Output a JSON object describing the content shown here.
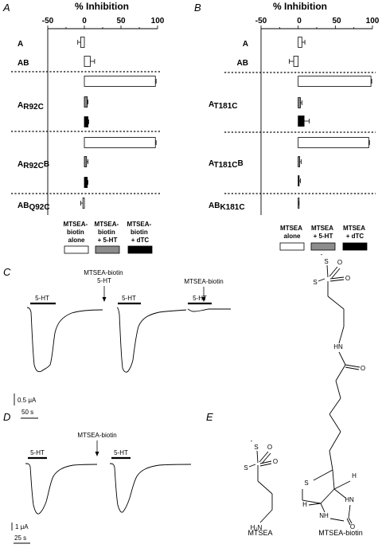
{
  "panels": {
    "A": "A",
    "B": "B",
    "C": "C",
    "D": "D",
    "E": "E"
  },
  "chart_data": [
    {
      "type": "bar",
      "panel": "A",
      "orientation": "horizontal",
      "xlabel": "% Inhibition",
      "xlim": [
        -50,
        100
      ],
      "xticks": [
        "-50",
        "0",
        "50",
        "100"
      ],
      "groups": [
        {
          "label": "A",
          "sub": "",
          "bars": [
            {
              "series": "MTSEA-biotin alone",
              "value": -5,
              "err": 4
            }
          ]
        },
        {
          "label": "AB",
          "sub": "",
          "bars": [
            {
              "series": "MTSEA-biotin alone",
              "value": 8,
              "err": 6
            }
          ]
        },
        {
          "label": "A",
          "sub": "R92C",
          "bars": [
            {
              "series": "MTSEA-biotin alone",
              "value": 97,
              "err": 1
            },
            {
              "series": "MTSEA-biotin + 5-HT",
              "value": 4,
              "err": 1
            },
            {
              "series": "MTSEA-biotin + dTC",
              "value": 5,
              "err": 1
            }
          ]
        },
        {
          "label": "A",
          "sub": "R92C",
          "suffix": "B",
          "bars": [
            {
              "series": "MTSEA-biotin alone",
              "value": 97,
              "err": 1
            },
            {
              "series": "MTSEA-biotin + 5-HT",
              "value": 3,
              "err": 2
            },
            {
              "series": "MTSEA-biotin + dTC",
              "value": 4,
              "err": 1
            }
          ]
        },
        {
          "label": "AB",
          "sub": "Q92C",
          "bars": [
            {
              "series": "MTSEA-biotin alone",
              "value": -2,
              "err": 3
            }
          ]
        }
      ],
      "legend": [
        {
          "lines": [
            "MTSEA-",
            "biotin",
            "alone"
          ],
          "color": "#ffffff"
        },
        {
          "lines": [
            "MTSEA-",
            "biotin",
            "+ 5-HT"
          ],
          "color": "#8c8c8c"
        },
        {
          "lines": [
            "MTSEA-",
            "biotin",
            "+ dTC"
          ],
          "color": "#000000"
        }
      ]
    },
    {
      "type": "bar",
      "panel": "B",
      "orientation": "horizontal",
      "xlabel": "% Inhibition",
      "xlim": [
        -50,
        100
      ],
      "xticks": [
        "-50",
        "0",
        "50",
        "100"
      ],
      "groups": [
        {
          "label": "A",
          "sub": "",
          "bars": [
            {
              "series": "MTSEA alone",
              "value": 5,
              "err": 4
            }
          ]
        },
        {
          "label": "AB",
          "sub": "",
          "bars": [
            {
              "series": "MTSEA alone",
              "value": -6,
              "err": 6
            }
          ]
        },
        {
          "label": "A",
          "sub": "T181C",
          "bars": [
            {
              "series": "MTSEA alone",
              "value": 98,
              "err": 1
            },
            {
              "series": "MTSEA + 5-HT",
              "value": 3,
              "err": 2
            },
            {
              "series": "MTSEA + dTC",
              "value": 8,
              "err": 7
            }
          ]
        },
        {
          "label": "A",
          "sub": "T181C",
          "suffix": "B",
          "bars": [
            {
              "series": "MTSEA alone",
              "value": 95,
              "err": 1
            },
            {
              "series": "MTSEA + 5-HT",
              "value": 2,
              "err": 2
            },
            {
              "series": "MTSEA + dTC",
              "value": 1,
              "err": 2
            }
          ]
        },
        {
          "label": "AB",
          "sub": "K181C",
          "bars": [
            {
              "series": "MTSEA alone",
              "value": 0,
              "err": 1
            }
          ]
        }
      ],
      "legend": [
        {
          "lines": [
            "MTSEA",
            "alone"
          ],
          "color": "#ffffff"
        },
        {
          "lines": [
            "MTSEA",
            "+ 5-HT"
          ],
          "color": "#8c8c8c"
        },
        {
          "lines": [
            "MTSEA",
            "+ dTC"
          ],
          "color": "#000000"
        }
      ]
    }
  ],
  "traces_c": {
    "labels": [
      "5-HT",
      "5-HT",
      "5-HT"
    ],
    "annotations": [
      [
        "MTSEA-biotin",
        "5-HT"
      ],
      [
        "MTSEA-biotin"
      ]
    ],
    "scale_y": "0.5 μA",
    "scale_x": "50 s"
  },
  "traces_d": {
    "labels": [
      "5-HT",
      "5-HT"
    ],
    "annotation": "MTSEA-biotin",
    "scale_y": "1 μA",
    "scale_x": "25 s"
  },
  "structures": {
    "mtsea": {
      "name": "MTSEA",
      "atoms": [
        "S",
        "S",
        "O",
        "O",
        "H₂N"
      ],
      "charge": "-"
    },
    "biotin": {
      "name": "MTSEA-biotin",
      "atoms": [
        "S",
        "S",
        "O",
        "O",
        "HN",
        "O",
        "S",
        "HN",
        "NH",
        "O",
        "H",
        "H"
      ],
      "charge": "-"
    }
  },
  "colors": {
    "white_bar": "#ffffff",
    "gray_bar": "#8c8c8c",
    "black_bar": "#000000"
  }
}
